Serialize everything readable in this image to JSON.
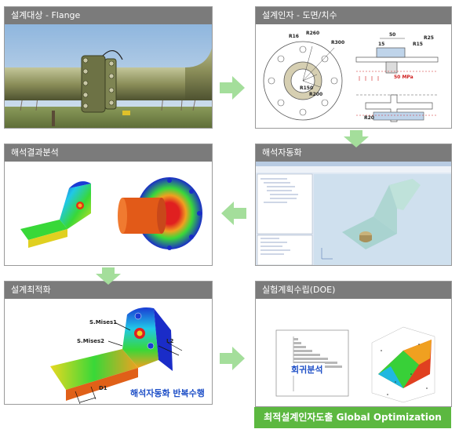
{
  "panels": {
    "design_target": {
      "title": "설계대상 - Flange"
    },
    "design_factor": {
      "title": "설계인자 - 도면/치수",
      "dims": [
        "R16",
        "R260",
        "R300",
        "R150",
        "R200",
        "50",
        "15",
        "R15",
        "R25",
        "R20",
        "50 MPa"
      ]
    },
    "analysis_result": {
      "title": "해석결과분석"
    },
    "analysis_auto": {
      "title": "해석자동화"
    },
    "design_opt": {
      "title": "설계최적화",
      "labels": {
        "mises1": "S.Mises1",
        "mises2": "S.Mises2",
        "l2": "L2",
        "d1": "D1",
        "caption": "해석자동화 반복수행"
      }
    },
    "doe": {
      "title": "실험계획수립(DOE)",
      "regression_label": "회귀분석"
    }
  },
  "global_opt_label": "최적설계인자도출 Global Optimization",
  "colors": {
    "header_bg": "#7b7b7b",
    "arrow": "#a4de9b",
    "green_bar": "#5cb840",
    "caption_blue": "#1e4fc7"
  }
}
